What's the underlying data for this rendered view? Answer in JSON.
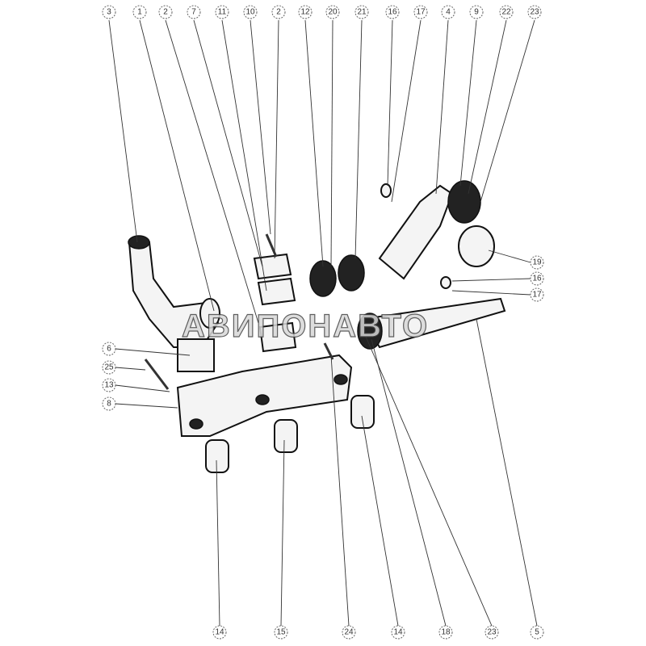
{
  "diagram": {
    "watermark": "АВИПОНАВТО",
    "callouts_top": [
      "3",
      "1",
      "2",
      "7",
      "11",
      "10",
      "2",
      "12",
      "20",
      "21",
      "16",
      "17",
      "4",
      "9",
      "22",
      "23"
    ],
    "callouts_left": [
      "6",
      "25",
      "13",
      "8"
    ],
    "callouts_right": [
      "19",
      "16",
      "17"
    ],
    "callouts_bottom": [
      "14",
      "15",
      "24",
      "14",
      "18",
      "23",
      "5"
    ]
  }
}
